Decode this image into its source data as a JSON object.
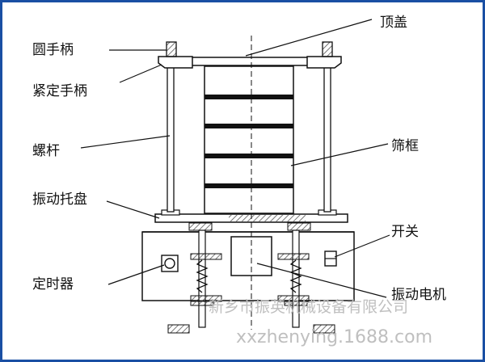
{
  "labels": {
    "round_handle": "圆手柄",
    "tightening_handle": "紧定手柄",
    "screw_rod": "螺杆",
    "vibration_tray": "振动托盘",
    "timer": "定时器",
    "top_cover": "顶盖",
    "sieve_frame": "筛框",
    "switch": "开关",
    "vibration_motor": "振动电机"
  },
  "watermark": {
    "company": "新乡市振英机械设备有限公司",
    "url": "xxzhenying.1688.com"
  },
  "colors": {
    "frame_border": "#1a4fa3",
    "line": "#111111",
    "hatch": "#6b6b6b",
    "watermark": "#bfbfbf"
  }
}
